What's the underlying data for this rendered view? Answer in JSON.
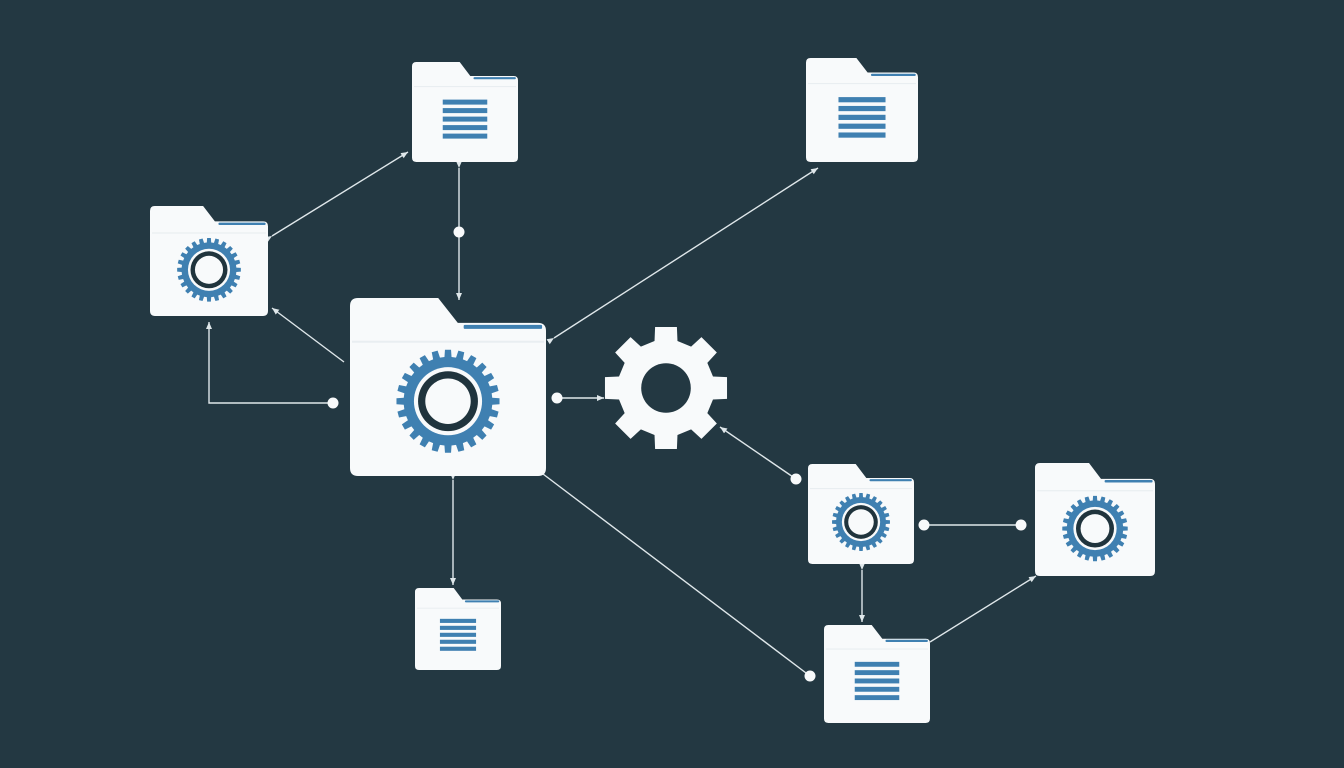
{
  "colors": {
    "background": "#233842",
    "node_fill": "#f8fafb",
    "accent": "#3f80b1",
    "connector": "#dfe7ea"
  },
  "nodes": [
    {
      "id": "folder-top-docs",
      "kind": "folder",
      "icon": "document-lines-icon"
    },
    {
      "id": "folder-top-right-docs",
      "kind": "folder",
      "icon": "document-lines-icon"
    },
    {
      "id": "folder-left-settings",
      "kind": "folder",
      "icon": "gear-icon"
    },
    {
      "id": "folder-central-settings",
      "kind": "folder",
      "icon": "gear-icon"
    },
    {
      "id": "gear-hub",
      "kind": "gear",
      "icon": "gear-icon"
    },
    {
      "id": "folder-bottom-docs",
      "kind": "folder",
      "icon": "document-lines-icon"
    },
    {
      "id": "folder-right-settings",
      "kind": "folder",
      "icon": "gear-icon"
    },
    {
      "id": "folder-far-right-settings",
      "kind": "folder",
      "icon": "gear-icon"
    },
    {
      "id": "folder-bottom-right-docs",
      "kind": "folder",
      "icon": "document-lines-icon"
    }
  ],
  "edges": [
    {
      "from": "folder-left-settings",
      "to": "folder-top-docs"
    },
    {
      "from": "folder-top-docs",
      "to": "folder-central-settings"
    },
    {
      "from": "folder-central-settings",
      "to": "folder-top-right-docs"
    },
    {
      "from": "folder-central-settings",
      "to": "folder-left-settings"
    },
    {
      "from": "folder-central-settings",
      "to": "folder-left-settings",
      "route": "elbow"
    },
    {
      "from": "folder-central-settings",
      "to": "gear-hub"
    },
    {
      "from": "folder-central-settings",
      "to": "folder-bottom-docs"
    },
    {
      "from": "folder-central-settings",
      "to": "folder-bottom-right-docs"
    },
    {
      "from": "folder-right-settings",
      "to": "gear-hub"
    },
    {
      "from": "folder-right-settings",
      "to": "folder-far-right-settings"
    },
    {
      "from": "folder-right-settings",
      "to": "folder-bottom-right-docs"
    },
    {
      "from": "folder-bottom-right-docs",
      "to": "folder-far-right-settings"
    }
  ]
}
